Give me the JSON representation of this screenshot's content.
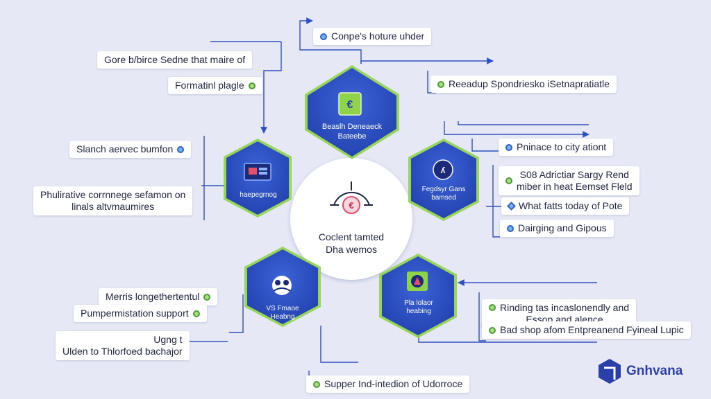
{
  "center": {
    "line1": "Coclent tamted",
    "line2": "Dha wemos",
    "icon": "target-euro-icon"
  },
  "hexagons": {
    "top": {
      "lines": [
        "Beaslh Deneaeck",
        "Bateebe"
      ],
      "icon": "euro-bag-icon"
    },
    "left": {
      "lines": [
        "haepegrnog"
      ],
      "icon": "monitor-icon"
    },
    "right": {
      "lines": [
        "Fegdsyr Gans",
        "bamsed"
      ],
      "icon": "globe-icon"
    },
    "bottom_left": {
      "lines": [
        "VS Fmaoe",
        "Heabng"
      ],
      "icon": "group-icon"
    },
    "bottom_right": {
      "lines": [
        "Pla lolaor",
        "heabing"
      ],
      "icon": "compass-icon"
    }
  },
  "labels": {
    "top_center": "Conpe's hoture uhder",
    "left_1": "Gore b/birce Sedne that maire of",
    "left_2": "Formatinl plagle",
    "left_3": "Slanch aervec bumfon",
    "left_4_line1": "Phulirative corrnnege sefamon on",
    "left_4_line2": "linals altvmaumires",
    "left_5": "Merris longethertentul",
    "left_6": "Pumpermistation support",
    "left_7_line1": "Ugng t",
    "left_7_line2": "Ulden to Thlorfoed bachajor",
    "bottom_center": "Supper Ind-intedion of Udorroce",
    "right_1": "Reeadup Spondriesko iSetnapratiatle",
    "right_2": "Pninace to city ationt",
    "right_3_line1": "S08 Adrictiar Sargy Rend",
    "right_3_line2": "miber in heat Eemset Fleld",
    "right_4": "What fatts today of Pote",
    "right_5": "Dairging and Gipous",
    "right_6_line1": "Rinding tas incaslonendly and",
    "right_6_line2": "Essop and alence",
    "right_7": "Bad shop afom Entpreanend Fyineal Lupic"
  },
  "brand": {
    "name": "Gnhvana",
    "icon": "hexagon-logo-icon"
  },
  "colors": {
    "background": "#e6e9f5",
    "hex_fill": "#2f54c8",
    "hex_border": "#7bd85a",
    "connector": "#2e4fc0",
    "accent_green": "#8fd34a"
  }
}
